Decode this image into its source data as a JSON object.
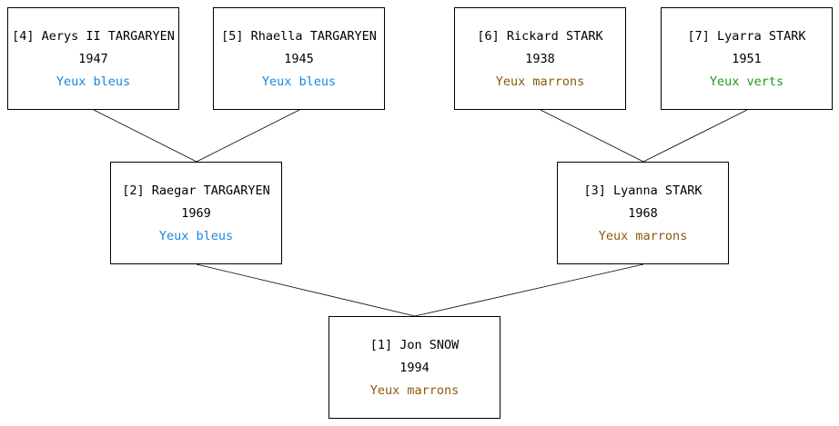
{
  "eye_colors": {
    "blue": "#1a86e0",
    "brown": "#8b5a0f",
    "green": "#1e9a1e"
  },
  "people": {
    "p1": {
      "name": "[1] Jon SNOW",
      "year": "1994",
      "eyes": "Yeux marrons",
      "eye_color": "brown"
    },
    "p2": {
      "name": "[2] Raegar TARGARYEN",
      "year": "1969",
      "eyes": "Yeux bleus",
      "eye_color": "blue"
    },
    "p3": {
      "name": "[3] Lyanna STARK",
      "year": "1968",
      "eyes": "Yeux marrons",
      "eye_color": "brown"
    },
    "p4": {
      "name": "[4] Aerys II TARGARYEN",
      "year": "1947",
      "eyes": "Yeux bleus",
      "eye_color": "blue"
    },
    "p5": {
      "name": "[5] Rhaella TARGARYEN",
      "year": "1945",
      "eyes": "Yeux bleus",
      "eye_color": "blue"
    },
    "p6": {
      "name": "[6] Rickard STARK",
      "year": "1938",
      "eyes": "Yeux marrons",
      "eye_color": "brown"
    },
    "p7": {
      "name": "[7] Lyarra STARK",
      "year": "1951",
      "eyes": "Yeux verts",
      "eye_color": "green"
    }
  }
}
